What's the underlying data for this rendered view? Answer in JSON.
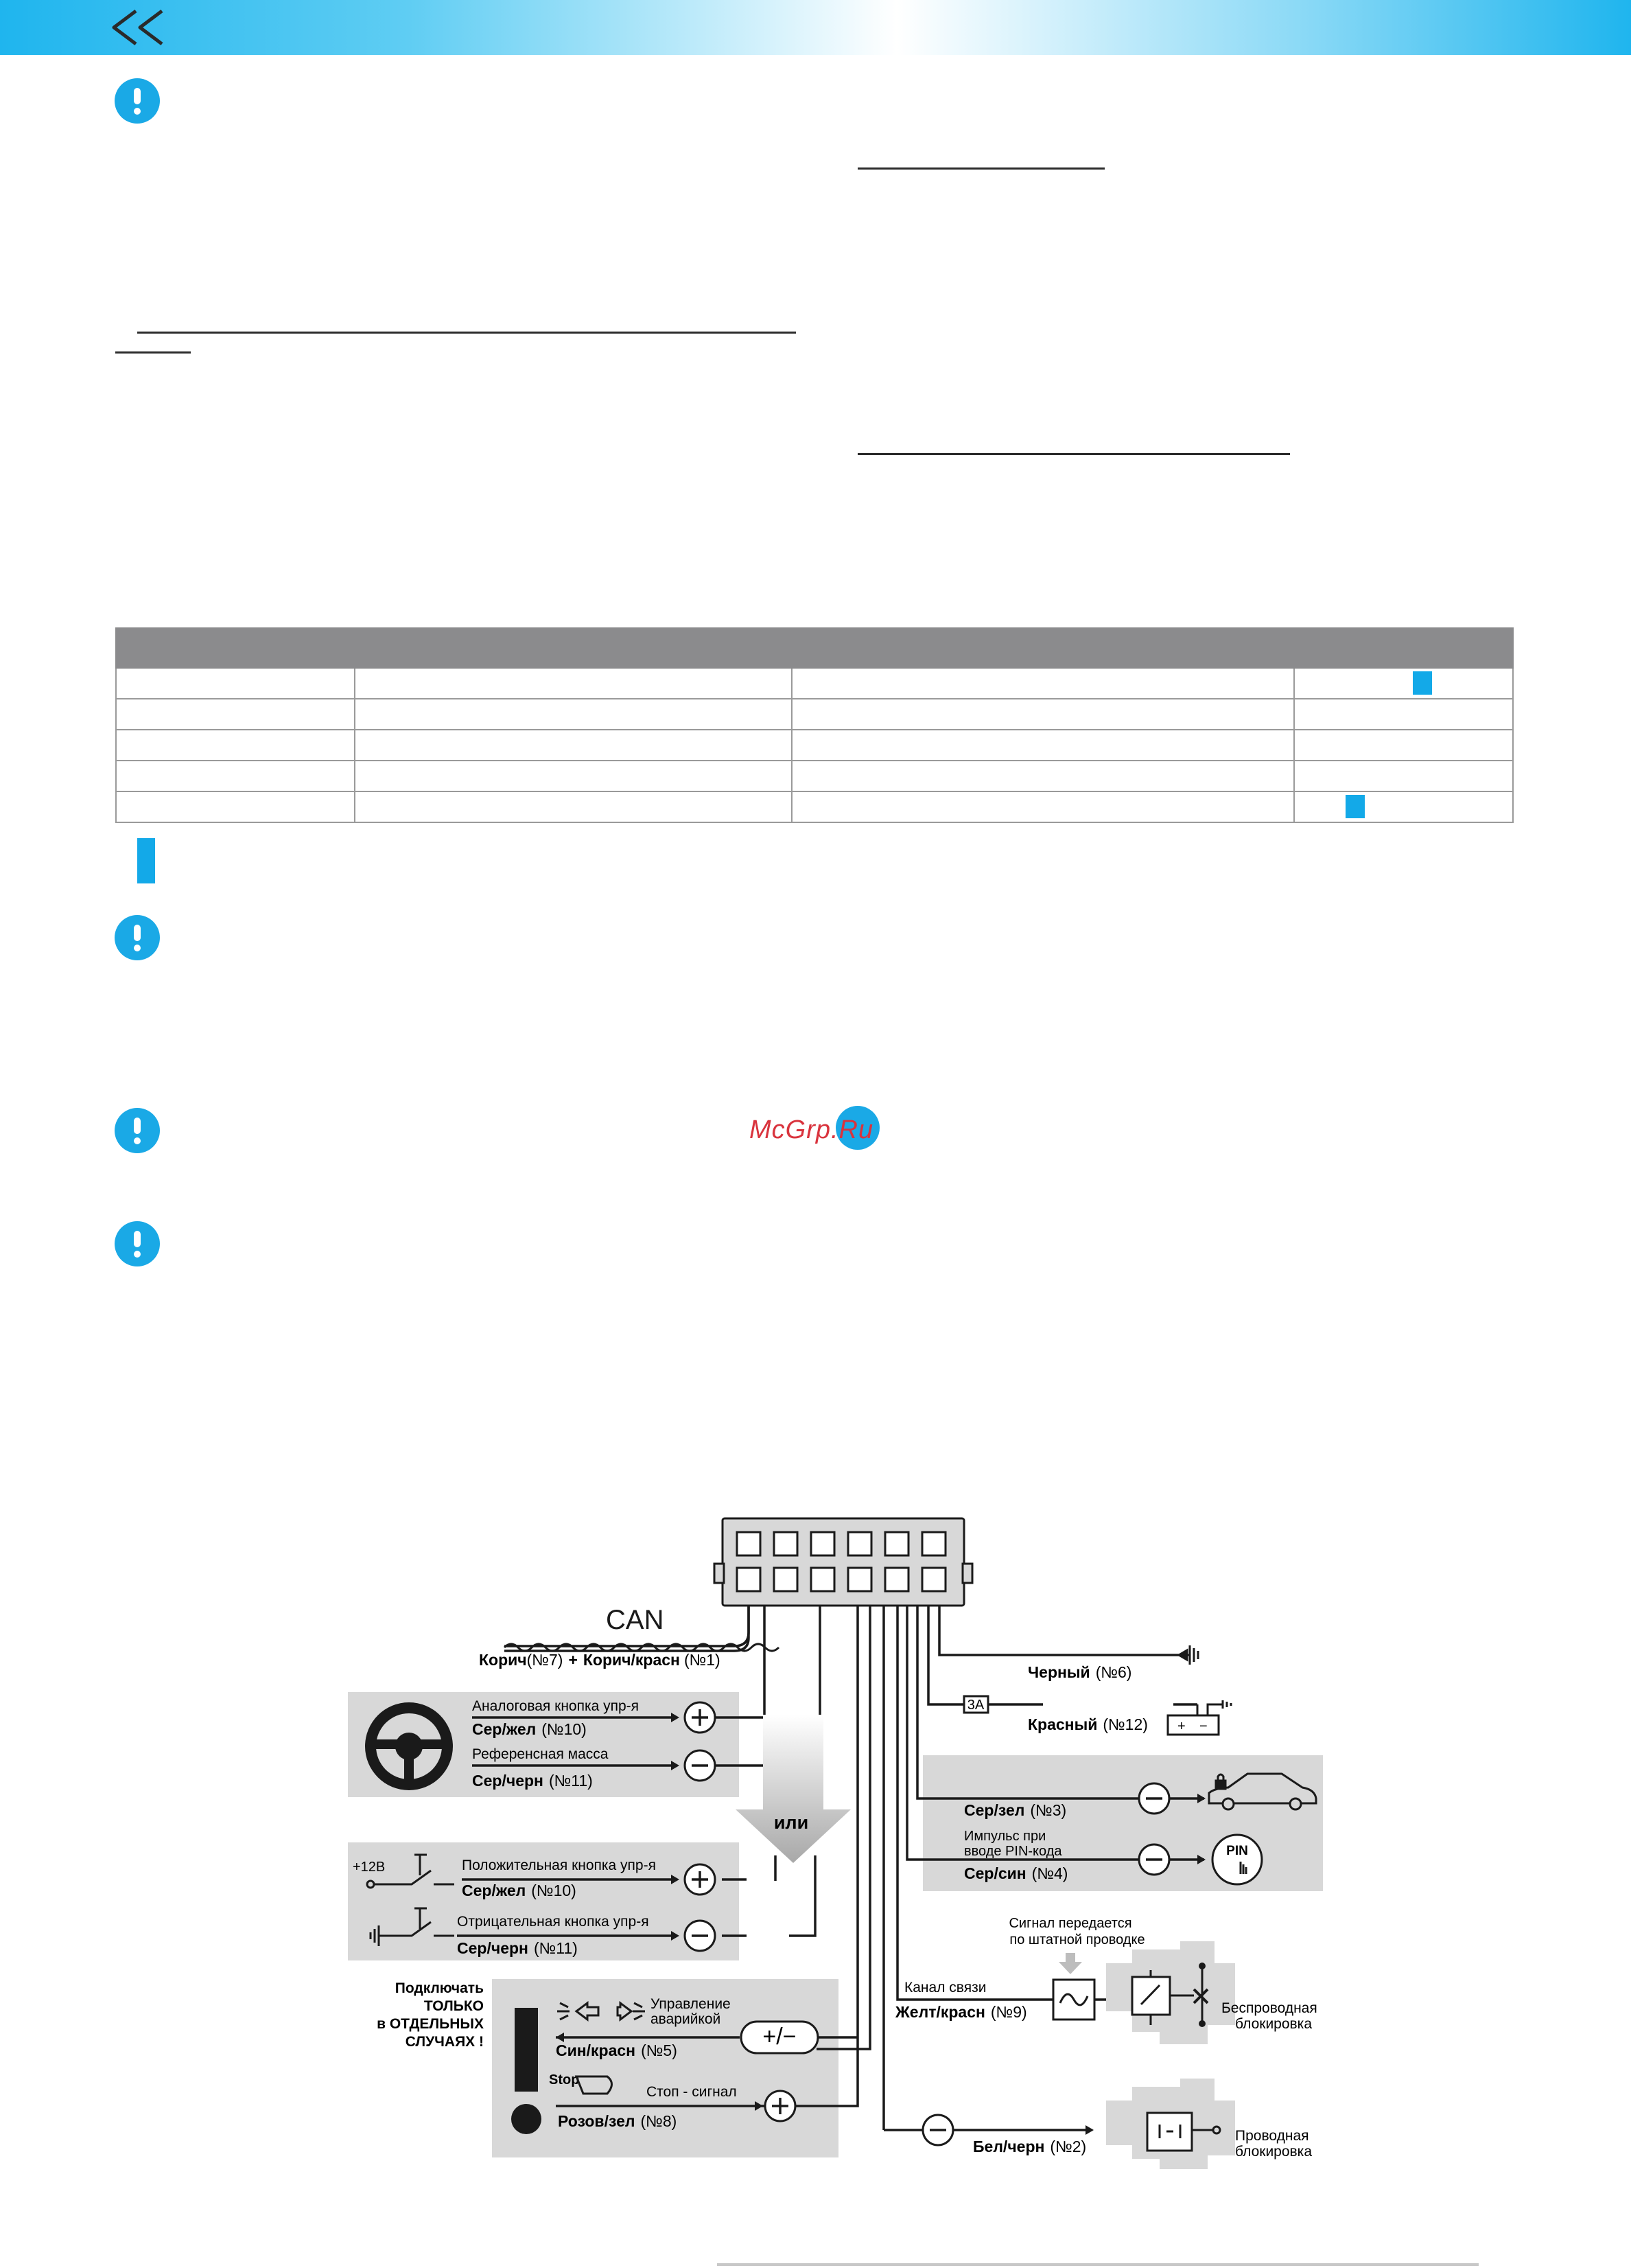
{
  "colors": {
    "accent": "#1aa9e6",
    "panel": "#d8d8d8",
    "header_cell": "#8b8b8d"
  },
  "icons": {
    "back": "double-chevron-left-icon",
    "warning": "exclamation-circle-icon",
    "steering": "steering-wheel-icon",
    "car": "car-lock-icon",
    "pin": "pin-button-icon",
    "engine": "engine-icon",
    "ground": "ground-icon",
    "battery": "battery-icon",
    "stop": "stop-lamp-icon",
    "hazard": "hazard-lights-icon"
  },
  "watermark": "McGrp.Ru",
  "diagram": {
    "can_label": "CAN",
    "can_wire": {
      "a": "Корич",
      "a_num": "(№7)",
      "plus": "+",
      "b": "Корич/красн",
      "b_num": "(№1)"
    },
    "analog": {
      "title": "Аналоговая кнопка упр-я",
      "wire": "Сер/жел",
      "num": "(№10)",
      "ref_title": "Референсная масса",
      "ref_wire": "Сер/черн",
      "ref_num": "(№11)"
    },
    "or_label": "или",
    "positive": {
      "supply": "+12В",
      "title": "Положительная кнопка упр-я",
      "wire": "Сер/жел",
      "num": "(№10)"
    },
    "negative": {
      "title": "Отрицательная кнопка упр-я",
      "wire": "Сер/черн",
      "num": "(№11)"
    },
    "special": {
      "l1": "Подключать",
      "l2": "ТОЛЬКО",
      "l3": "в ОТДЕЛЬНЫХ",
      "l4": "СЛУЧАЯХ !"
    },
    "hazard": {
      "l1": "Управление",
      "l2": "аварийкой",
      "wire": "Син/красн",
      "num": "(№5)",
      "sym": "+/−"
    },
    "stop": {
      "icon_text": "Stop",
      "title": "Стоп - сигнал",
      "wire": "Розов/зел",
      "num": "(№8)"
    },
    "black": {
      "wire": "Черный",
      "num": "(№6)"
    },
    "red": {
      "fuse": "3А",
      "wire": "Красный",
      "num": "(№12)",
      "plus": "+",
      "minus": "−"
    },
    "grey_green": {
      "wire": "Сер/зел",
      "num": "(№3)"
    },
    "pin": {
      "l1": "Импульс при",
      "l2": "вводе PIN-кода",
      "wire": "Сер/син",
      "num": "(№4)",
      "icon_text": "PIN"
    },
    "signal": {
      "l1": "Сигнал передается",
      "l2": "по штатной проводке"
    },
    "link": {
      "title": "Канал связи",
      "wire": "Желт/красн",
      "num": "(№9)"
    },
    "wireless": {
      "l1": "Беспроводная",
      "l2": "блокировка"
    },
    "wired": {
      "wire": "Бел/черн",
      "num": "(№2)",
      "l1": "Проводная",
      "l2": "блокировка"
    }
  }
}
